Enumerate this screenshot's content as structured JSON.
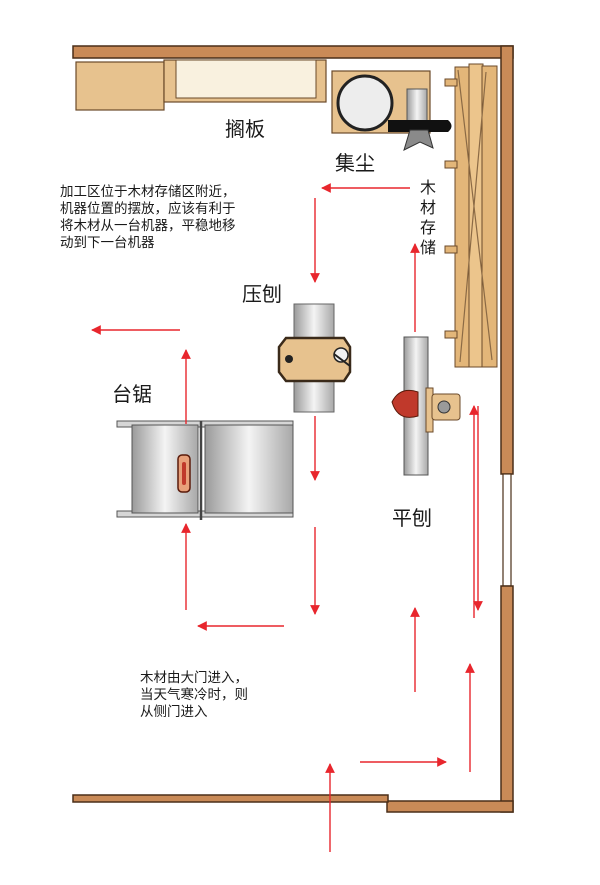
{
  "labels": {
    "shelf": "搁板",
    "dust": "集尘",
    "storage": "木材存储",
    "planer": "压刨",
    "saw": "台锯",
    "jointer": "平刨"
  },
  "notes": {
    "layout": "加工区位于木材存储区附近，\n机器位置的摆放，应该有利于\n将木材从一台机器，平稳地移\n动到下一台机器",
    "entry": "木材由大门进入，\n当天气寒冷时，则\n从侧门进入"
  },
  "colors": {
    "wall": "#c98a57",
    "wood": "#e7c28e",
    "arrow": "#e8262d",
    "steel": "#d9d9d9",
    "blade": "#c0392b"
  }
}
